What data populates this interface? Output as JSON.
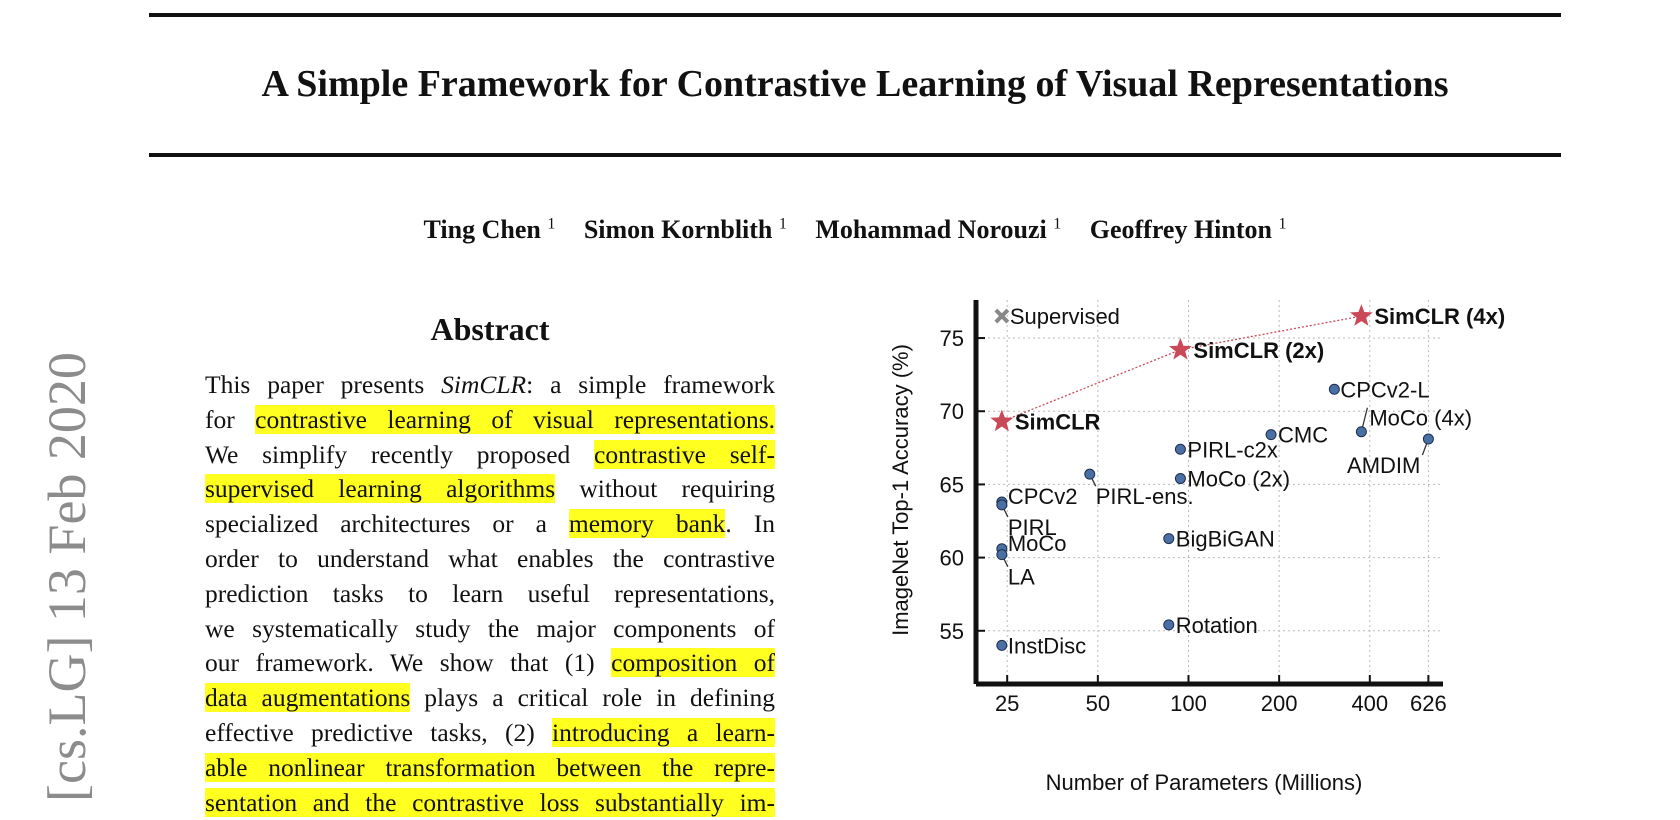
{
  "paper": {
    "title": "A Simple Framework for Contrastive Learning of Visual Representations",
    "authors": [
      {
        "name": "Ting Chen",
        "affil": "1"
      },
      {
        "name": "Simon Kornblith",
        "affil": "1"
      },
      {
        "name": "Mohammad Norouzi",
        "affil": "1"
      },
      {
        "name": "Geoffrey Hinton",
        "affil": "1"
      }
    ],
    "arxiv_sidebar": "[cs.LG] 13 Feb 2020",
    "abstract_heading": "Abstract",
    "abstract_lines": [
      [
        {
          "t": "This paper presents "
        },
        {
          "t": "SimCLR",
          "i": true
        },
        {
          "t": ": a simple framework"
        }
      ],
      [
        {
          "t": "for "
        },
        {
          "t": "contrastive learning of visual representations.",
          "h": true
        }
      ],
      [
        {
          "t": "We simplify recently proposed "
        },
        {
          "t": "contrastive self-",
          "h": true
        }
      ],
      [
        {
          "t": "supervised learning algorithms",
          "h": true
        },
        {
          "t": " without requiring"
        }
      ],
      [
        {
          "t": "specialized architectures or a "
        },
        {
          "t": "memory bank",
          "h": true
        },
        {
          "t": ".  In"
        }
      ],
      [
        {
          "t": "order to understand what enables the contrastive"
        }
      ],
      [
        {
          "t": "prediction tasks to learn useful representations,"
        }
      ],
      [
        {
          "t": "we systematically study the major components of"
        }
      ],
      [
        {
          "t": "our framework. We show that (1) "
        },
        {
          "t": "composition of",
          "h": true
        }
      ],
      [
        {
          "t": "data augmentations",
          "h": true
        },
        {
          "t": " plays a critical role in defining"
        }
      ],
      [
        {
          "t": "effective predictive tasks, (2) "
        },
        {
          "t": "introducing a learn-",
          "h": true
        }
      ],
      [
        {
          "t": "able nonlinear transformation between the repre-",
          "h": true
        }
      ],
      [
        {
          "t": "sentation and the contrastive loss substantially im-",
          "h": true
        }
      ]
    ]
  },
  "chart_data": {
    "type": "scatter",
    "xlabel": "Number of Parameters (Millions)",
    "ylabel": "ImageNet Top-1 Accuracy (%)",
    "x_scale": "log",
    "x_ticks": [
      25,
      50,
      100,
      200,
      400,
      626
    ],
    "y_ticks": [
      55,
      60,
      65,
      70,
      75
    ],
    "xlim": [
      20,
      700
    ],
    "ylim": [
      51.5,
      77.6
    ],
    "grid": true,
    "colors": {
      "point": "#4a6fa5",
      "simclr": "#c94a56",
      "supervised": "#888888"
    },
    "points": [
      {
        "label": "CPCv2-L",
        "x": 305,
        "y": 71.5
      },
      {
        "label": "MoCo (4x)",
        "x": 375,
        "y": 68.6
      },
      {
        "label": "AMDIM",
        "x": 626,
        "y": 68.1
      },
      {
        "label": "CMC",
        "x": 188,
        "y": 68.4
      },
      {
        "label": "PIRL-c2x",
        "x": 94,
        "y": 67.4
      },
      {
        "label": "MoCo (2x)",
        "x": 94,
        "y": 65.4
      },
      {
        "label": "PIRL-ens.",
        "x": 47,
        "y": 65.7
      },
      {
        "label": "CPCv2",
        "x": 24,
        "y": 63.8
      },
      {
        "label": "PIRL",
        "x": 24,
        "y": 63.6
      },
      {
        "label": "BigBiGAN",
        "x": 86,
        "y": 61.3
      },
      {
        "label": "MoCo",
        "x": 24,
        "y": 60.6
      },
      {
        "label": "LA",
        "x": 24,
        "y": 60.2
      },
      {
        "label": "Rotation",
        "x": 86,
        "y": 55.4
      },
      {
        "label": "InstDisc",
        "x": 24,
        "y": 54.0
      }
    ],
    "simclr_series": [
      {
        "label": "SimCLR",
        "x": 24,
        "y": 69.3
      },
      {
        "label": "SimCLR (2x)",
        "x": 94,
        "y": 74.2
      },
      {
        "label": "SimCLR (4x)",
        "x": 375,
        "y": 76.5
      }
    ],
    "supervised": {
      "label": "Supervised",
      "x": 24,
      "y": 76.5
    }
  }
}
